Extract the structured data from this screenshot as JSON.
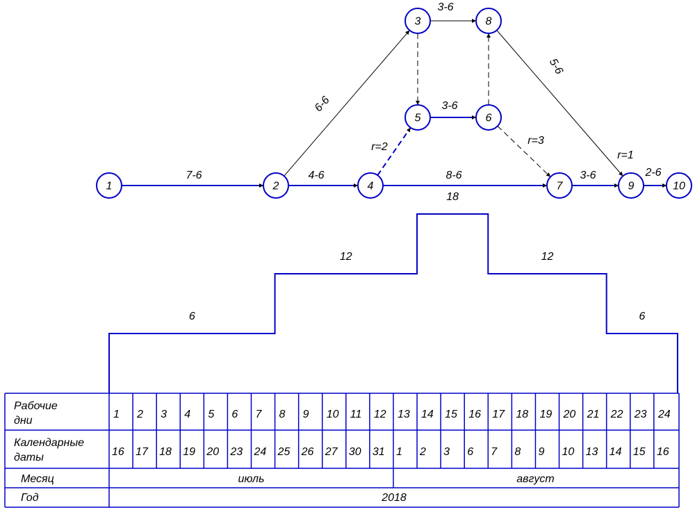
{
  "network": {
    "nodes": [
      {
        "id": "1"
      },
      {
        "id": "2"
      },
      {
        "id": "3"
      },
      {
        "id": "4"
      },
      {
        "id": "5"
      },
      {
        "id": "6"
      },
      {
        "id": "7"
      },
      {
        "id": "8"
      },
      {
        "id": "9"
      },
      {
        "id": "10"
      }
    ],
    "edges": [
      {
        "from": "1",
        "to": "2",
        "label": "7-6",
        "style": "solid"
      },
      {
        "from": "2",
        "to": "4",
        "label": "4-6",
        "style": "solid"
      },
      {
        "from": "2",
        "to": "3",
        "label": "6-6",
        "style": "solid"
      },
      {
        "from": "3",
        "to": "8",
        "label": "3-6",
        "style": "solid"
      },
      {
        "from": "3",
        "to": "5",
        "label": "",
        "style": "dashed"
      },
      {
        "from": "4",
        "to": "5",
        "label": "r=2",
        "style": "dashed"
      },
      {
        "from": "5",
        "to": "6",
        "label": "3-6",
        "style": "solid"
      },
      {
        "from": "6",
        "to": "8",
        "label": "",
        "style": "dashed"
      },
      {
        "from": "6",
        "to": "7",
        "label": "r=3",
        "style": "dashed"
      },
      {
        "from": "4",
        "to": "7",
        "label": "8-6",
        "style": "solid"
      },
      {
        "from": "8",
        "to": "9",
        "label": "5-6",
        "style": "solid"
      },
      {
        "from": "7",
        "to": "9",
        "label": "3-6",
        "style": "solid"
      },
      {
        "from": "9",
        "to": "10",
        "label": "2-6",
        "style": "solid"
      }
    ],
    "annotations": [
      {
        "text": "r=1",
        "near": "9"
      }
    ]
  },
  "resource_profile": {
    "segments": [
      {
        "from_day": 1,
        "to_day": 7,
        "value": "6"
      },
      {
        "from_day": 8,
        "to_day": 13,
        "value": "12"
      },
      {
        "from_day": 14,
        "to_day": 16,
        "value": "18"
      },
      {
        "from_day": 17,
        "to_day": 21,
        "value": "12"
      },
      {
        "from_day": 22,
        "to_day": 24,
        "value": "6"
      }
    ]
  },
  "table": {
    "working_days_label": [
      "Рабочие",
      "дни"
    ],
    "calendar_dates_label": [
      "Календарные",
      "даты"
    ],
    "month_label": "Месяц",
    "year_label": "Год",
    "working_days": [
      "1",
      "2",
      "3",
      "4",
      "5",
      "6",
      "7",
      "8",
      "9",
      "10",
      "11",
      "12",
      "13",
      "14",
      "15",
      "16",
      "17",
      "18",
      "19",
      "20",
      "21",
      "22",
      "23",
      "24"
    ],
    "calendar_dates": [
      "16",
      "17",
      "18",
      "19",
      "20",
      "23",
      "24",
      "25",
      "26",
      "27",
      "30",
      "31",
      "1",
      "2",
      "3",
      "6",
      "7",
      "8",
      "9",
      "10",
      "13",
      "14",
      "15",
      "16"
    ],
    "months": [
      {
        "name": "июль",
        "days": 12
      },
      {
        "name": "август",
        "days": 12
      }
    ],
    "year": "2018"
  },
  "colors": {
    "blue": "#0000c8",
    "black": "#000000"
  }
}
